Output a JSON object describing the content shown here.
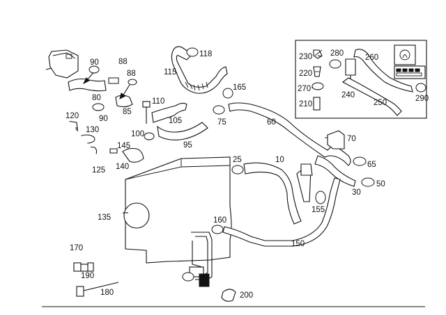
{
  "part_labels": [
    {
      "id": "p10",
      "text": "10"
    },
    {
      "id": "p25",
      "text": "25"
    },
    {
      "id": "p30",
      "text": "30"
    },
    {
      "id": "p50",
      "text": "50"
    },
    {
      "id": "p60",
      "text": "60"
    },
    {
      "id": "p65",
      "text": "65"
    },
    {
      "id": "p70",
      "text": "70"
    },
    {
      "id": "p75",
      "text": "75"
    },
    {
      "id": "p80",
      "text": "80"
    },
    {
      "id": "p85",
      "text": "85"
    },
    {
      "id": "p88a",
      "text": "88"
    },
    {
      "id": "p88b",
      "text": "88"
    },
    {
      "id": "p90a",
      "text": "90"
    },
    {
      "id": "p90b",
      "text": "90"
    },
    {
      "id": "p95",
      "text": "95"
    },
    {
      "id": "p100",
      "text": "100"
    },
    {
      "id": "p105",
      "text": "105"
    },
    {
      "id": "p110",
      "text": "110"
    },
    {
      "id": "p115",
      "text": "115"
    },
    {
      "id": "p118",
      "text": "118"
    },
    {
      "id": "p120",
      "text": "120"
    },
    {
      "id": "p125",
      "text": "125"
    },
    {
      "id": "p130",
      "text": "130"
    },
    {
      "id": "p135",
      "text": "135"
    },
    {
      "id": "p140",
      "text": "140"
    },
    {
      "id": "p145",
      "text": "145"
    },
    {
      "id": "p150",
      "text": "150"
    },
    {
      "id": "p155",
      "text": "155"
    },
    {
      "id": "p160",
      "text": "160"
    },
    {
      "id": "p165",
      "text": "165"
    },
    {
      "id": "p170",
      "text": "170"
    },
    {
      "id": "p180",
      "text": "180"
    },
    {
      "id": "p190",
      "text": "190"
    },
    {
      "id": "p200",
      "text": "200"
    },
    {
      "id": "p210",
      "text": "210"
    },
    {
      "id": "p220",
      "text": "220"
    },
    {
      "id": "p230",
      "text": "230"
    },
    {
      "id": "p240",
      "text": "240"
    },
    {
      "id": "p250",
      "text": "250"
    },
    {
      "id": "p260",
      "text": "260"
    },
    {
      "id": "p270",
      "text": "270"
    },
    {
      "id": "p280",
      "text": "280"
    },
    {
      "id": "p290",
      "text": "290"
    }
  ],
  "colors": {
    "line": "#111111",
    "background": "#ffffff"
  }
}
